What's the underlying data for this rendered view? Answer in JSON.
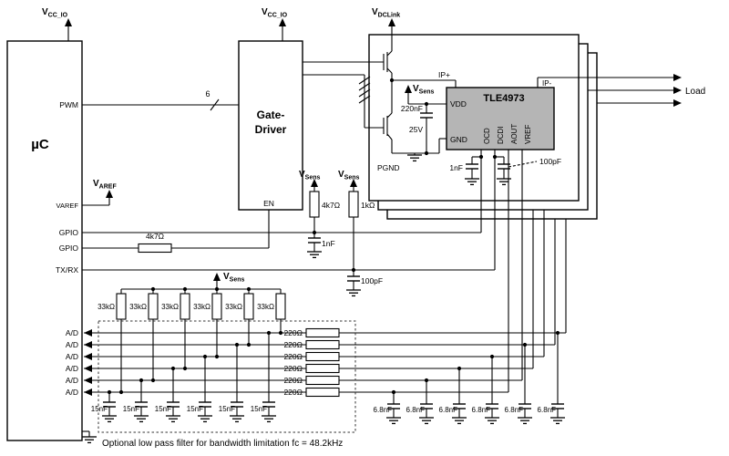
{
  "mcu": {
    "label": "µC",
    "pins": {
      "pwm": "PWM",
      "varef": "VAREF",
      "gpio1": "GPIO",
      "gpio2": "GPIO",
      "txrx": "TX/RX",
      "adc": [
        "A/D",
        "A/D",
        "A/D",
        "A/D",
        "A/D",
        "A/D"
      ]
    }
  },
  "gate_driver": {
    "title_line1": "Gate-",
    "title_line2": "Driver",
    "pin_en": "EN",
    "bus_width": "6"
  },
  "supplies": {
    "vcc_io_mcu": {
      "base": "V",
      "sub": "CC_IO"
    },
    "vcc_io_drv": {
      "base": "V",
      "sub": "CC_IO"
    },
    "vdclink": {
      "base": "V",
      "sub": "DCLink"
    },
    "varef": {
      "base": "V",
      "sub": "AREF"
    },
    "vsens_bridge": {
      "base": "V",
      "sub": "Sens"
    },
    "vsens_ocd": {
      "base": "V",
      "sub": "Sens"
    },
    "vsens_txrx": {
      "base": "V",
      "sub": "Sens"
    },
    "vsens_filter": {
      "base": "V",
      "sub": "Sens"
    },
    "pgnd": "PGND"
  },
  "sensor": {
    "part": "TLE4973",
    "pin_vdd": "VDD",
    "pin_gnd": "GND",
    "pin_ocd": "OCD",
    "pin_dcdi": "DCDI",
    "pin_aout": "AOUT",
    "pin_vref": "VREF",
    "pin_ip_plus": "IP+",
    "pin_ip_minus": "IP-",
    "body_color": "#b5b5b5"
  },
  "load": {
    "label": "Load"
  },
  "components": {
    "c_vdd_value": "220nF",
    "c_vdd_rating": "25V",
    "r_ocd": "4k7Ω",
    "c_ocd": "1nF",
    "r_txrx": "1kΩ",
    "c_txrx": "100pF",
    "r_en": "4k7Ω",
    "c_gnd": "1nF",
    "c_digital": "100pF"
  },
  "filter": {
    "r_pullup": [
      "33kΩ",
      "33kΩ",
      "33kΩ",
      "33kΩ",
      "33kΩ",
      "33kΩ"
    ],
    "r_series": [
      "220Ω",
      "220Ω",
      "220Ω",
      "220Ω",
      "220Ω",
      "220Ω"
    ],
    "c_lowpass": [
      "15nF",
      "15nF",
      "15nF",
      "15nF",
      "15nF",
      "15nF"
    ],
    "c_output": [
      "6.8nF",
      "6.8nF",
      "6.8nF",
      "6.8nF",
      "6.8nF",
      "6.8nF"
    ],
    "caption": "Optional low pass filter for bandwidth limitation fc = 48.2kHz"
  }
}
